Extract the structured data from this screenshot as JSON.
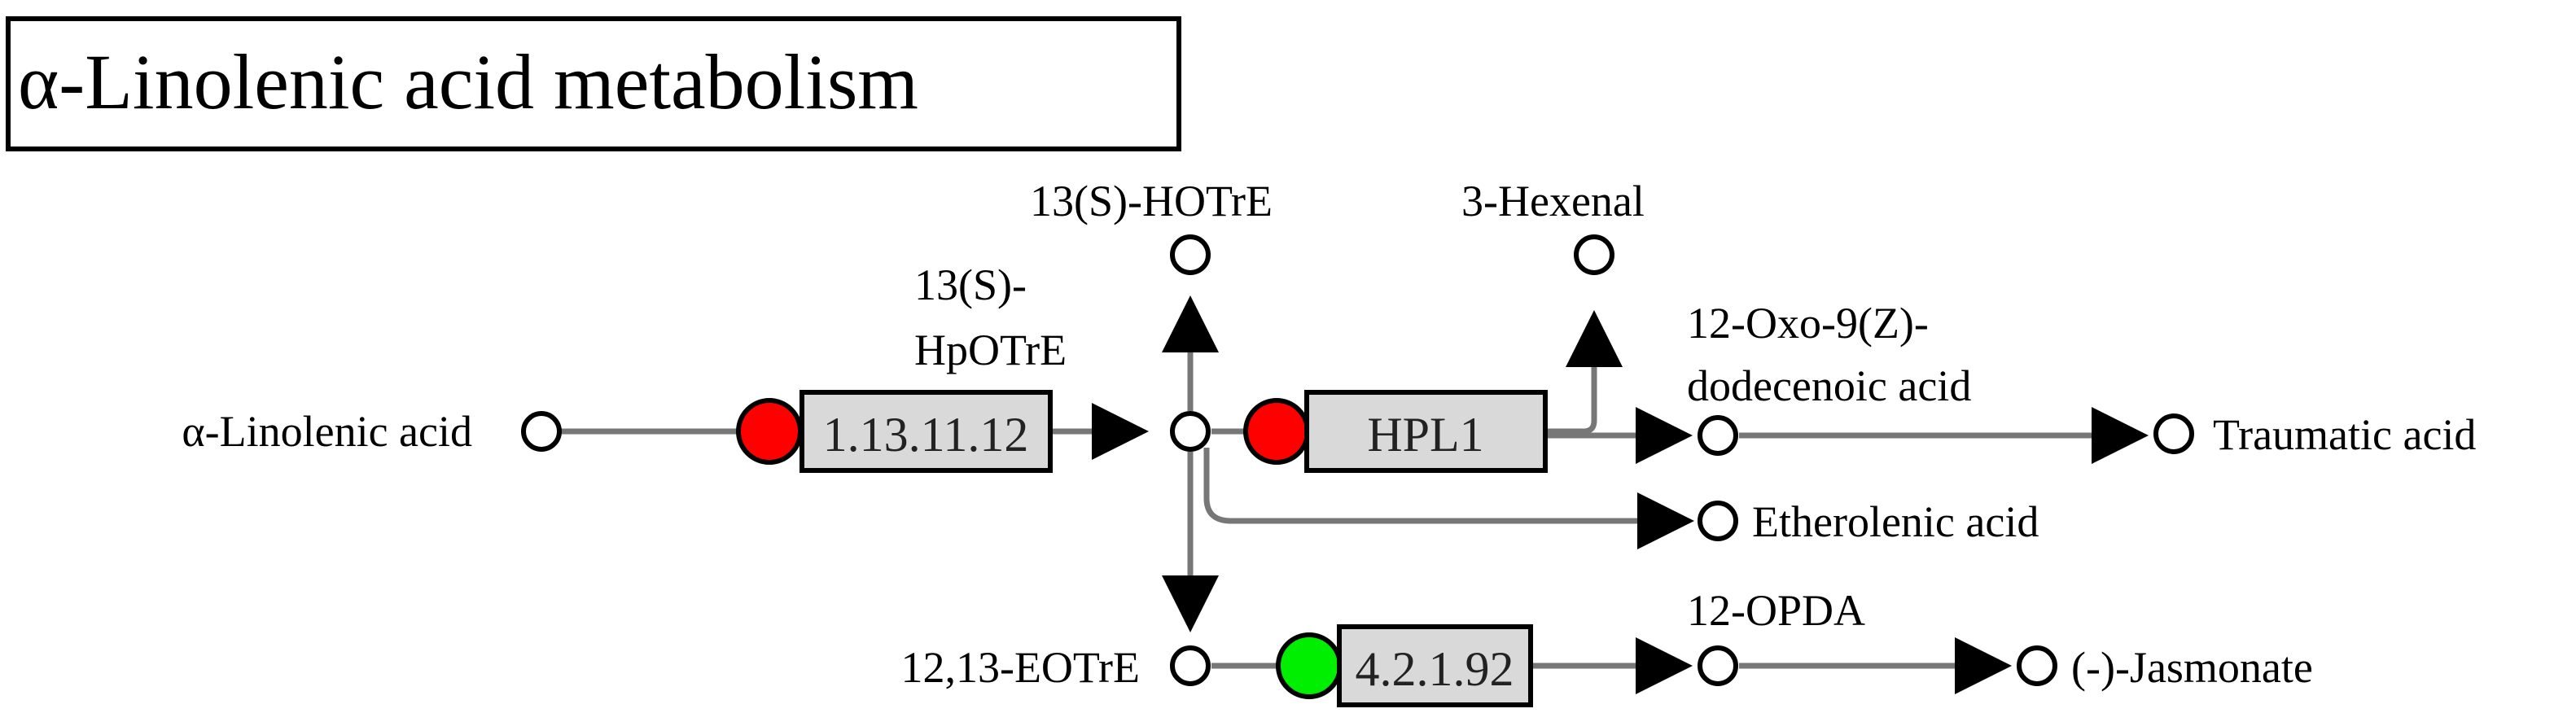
{
  "title": "α-Linolenic acid metabolism",
  "colors": {
    "line": "#777777",
    "arrow": "#000000",
    "enzyme_box": "#d9d9d9",
    "up_regulated": "#ff0000",
    "down_regulated": "#00ee00"
  },
  "compounds": {
    "alpha_linolenic_acid": "α-Linolenic acid",
    "hotre_13s": "13(S)-HOTrE",
    "hexenal_3": "3-Hexenal",
    "hpotre_13s_line1": "13(S)-",
    "hpotre_13s_line2": "HpOTrE",
    "oxo_dodecenoic_line1": "12-Oxo-9(Z)-",
    "oxo_dodecenoic_line2": "dodecenoic acid",
    "traumatic_acid": "Traumatic acid",
    "etherolenic_acid": "Etherolenic acid",
    "eotre_1213": "12,13-EOTrE",
    "opda_12": "12-OPDA",
    "jasmonate": "(-)-Jasmonate"
  },
  "enzymes": {
    "lox": {
      "label": "1.13.11.12",
      "status": "up_regulated"
    },
    "hpl": {
      "label": "HPL1",
      "status": "up_regulated"
    },
    "aoc": {
      "label": "4.2.1.92",
      "status": "down_regulated"
    }
  }
}
